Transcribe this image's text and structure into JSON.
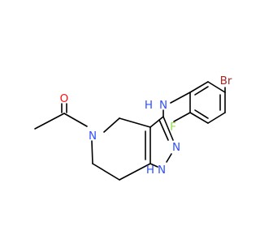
{
  "molecule": {
    "atoms": {
      "o": {
        "label": "O",
        "color": "#ff0d0d"
      },
      "n_ring": {
        "label": "N",
        "color": "#3050f8"
      },
      "n_amine": {
        "label": "N",
        "color": "#3050f8"
      },
      "h_amine": {
        "label": "H",
        "color": "#3050f8"
      },
      "n_pyrazole": {
        "label": "N",
        "color": "#3050f8"
      },
      "nh_pyrazole": {
        "label": "N",
        "color": "#3050f8"
      },
      "h_pyrazole": {
        "label": "H",
        "color": "#3050f8"
      },
      "br": {
        "label": "Br",
        "color": "#a62929"
      },
      "f": {
        "label": "F",
        "color": "#90e050"
      }
    },
    "bond_color": "#000000"
  }
}
